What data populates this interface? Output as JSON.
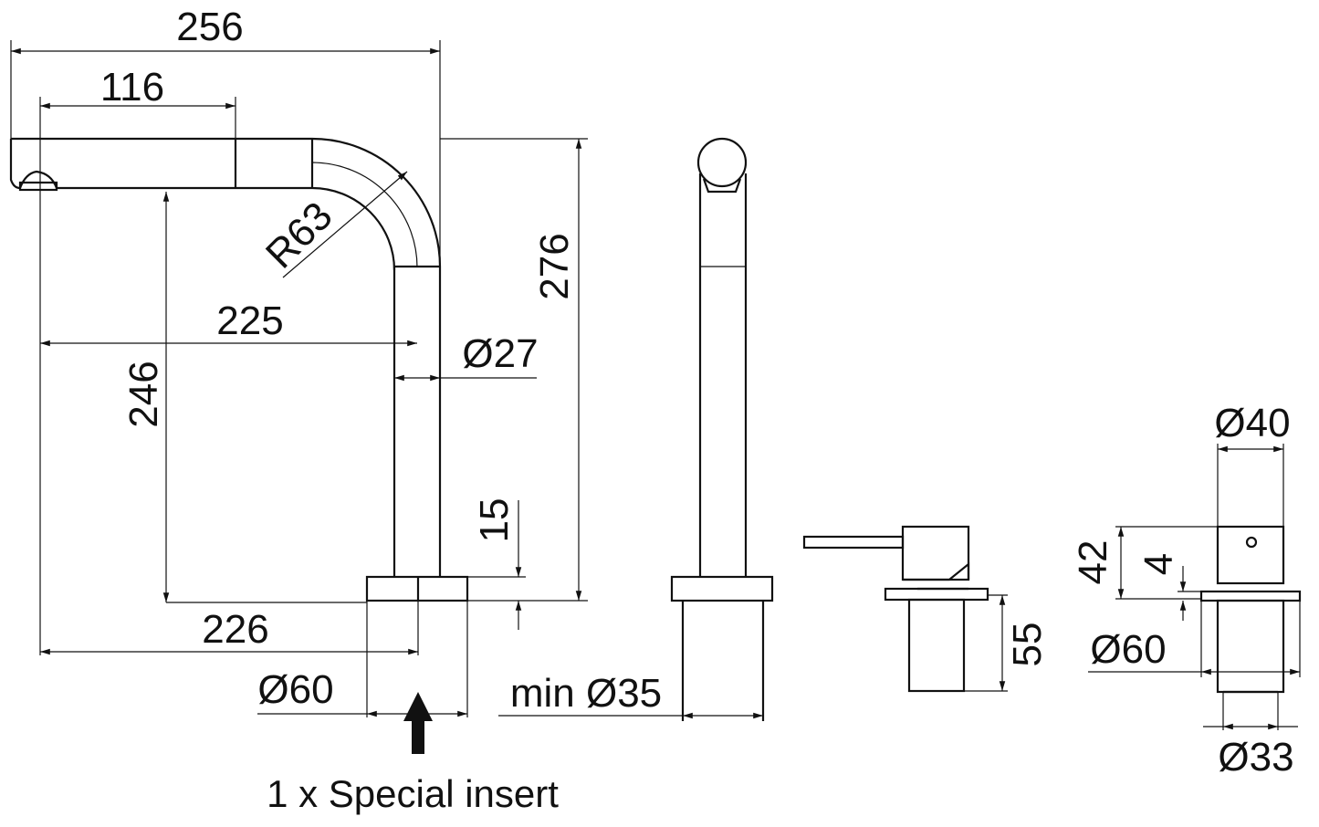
{
  "dimensions": {
    "overall_width": "256",
    "outlet_reach": "116",
    "bend_radius": "R63",
    "spout_reach_225": "225",
    "spout_diameter": "Ø27",
    "total_height": "276",
    "outlet_height": "246",
    "base_height": "15",
    "base_reach_226": "226",
    "base_diameter": "Ø60",
    "min_hole": "min Ø35",
    "handle_diameter": "Ø40",
    "handle_height": "42",
    "handle_offset": "4",
    "handle_base_diameter": "Ø60",
    "handle_body_height": "55",
    "handle_hole_diameter": "Ø33"
  },
  "caption": "1 x Special insert",
  "colors": {
    "line": "#111111",
    "background": "#ffffff"
  }
}
